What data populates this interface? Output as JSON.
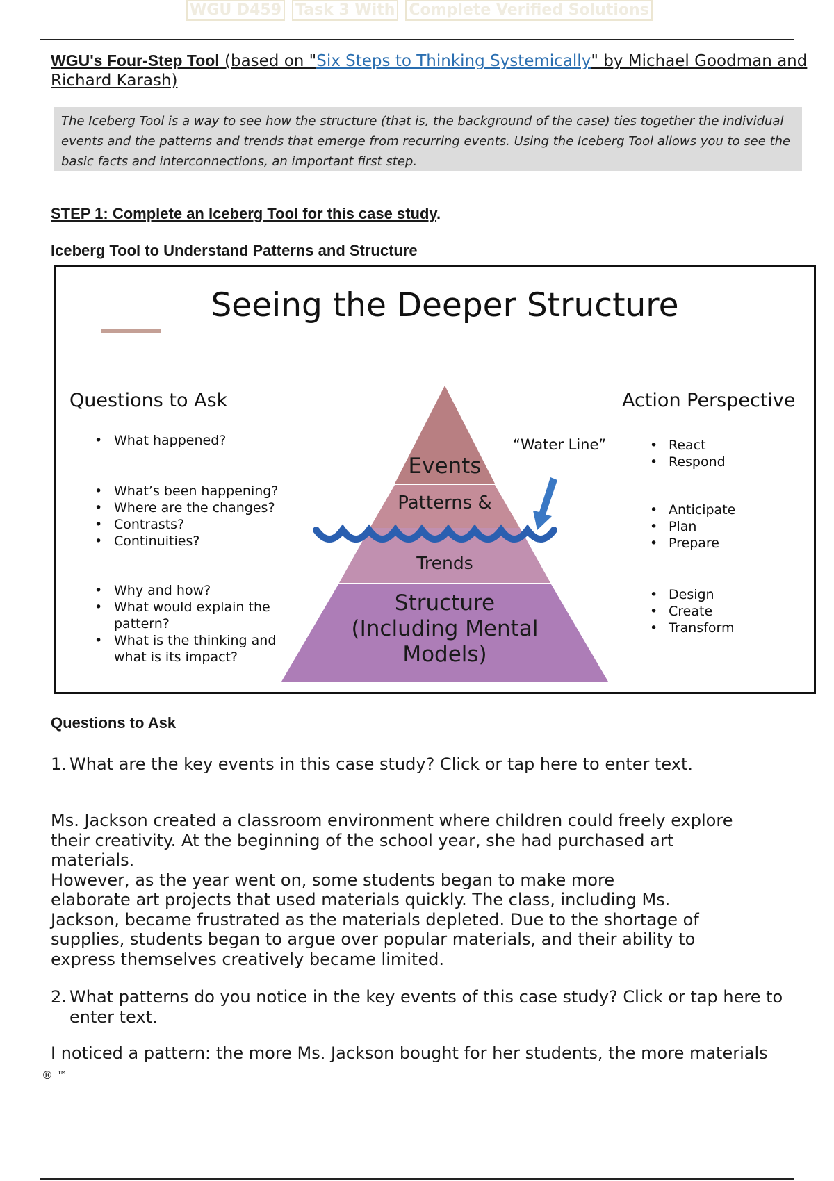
{
  "watermark": [
    "WGU D459",
    "Task 3 With",
    "Complete Verified Solutions"
  ],
  "header": {
    "tool_name": "WGU's Four-Step Tool",
    "prefix": " (based on \"",
    "link_text": "Six Steps to Thinking Systemically",
    "suffix": "\" by Michael Goodman and Richard Karash)"
  },
  "intro_note": "The Iceberg Tool is a way to see how the structure (that is, the background of the case) ties together the individual events and the patterns and trends that emerge from recurring events. Using the Iceberg Tool allows you to see the basic facts and interconnections, an important first step.",
  "step1": {
    "label_underlined": "STEP 1: Complete an Iceberg Tool for this case study",
    "period": "."
  },
  "iceberg_heading": "Iceberg Tool to Understand Patterns and Structure",
  "diagram": {
    "title": "Seeing the Deeper Structure",
    "left_title": "Questions to Ask",
    "right_title": "Action Perspective",
    "water_line": "“Water Line”",
    "layers": {
      "events": "Events",
      "patterns": "Patterns &",
      "trends": "Trends",
      "structure_1": "Structure",
      "structure_2": "(Including Mental",
      "structure_3": "Models)"
    },
    "questions_group1": [
      "What happened?"
    ],
    "questions_group2": [
      "What’s been happening?",
      "Where are the changes?",
      "Contrasts?",
      "Continuities?"
    ],
    "questions_group3_lines": [
      {
        "bullet": true,
        "text": "Why and how?"
      },
      {
        "bullet": true,
        "text": "What would explain the"
      },
      {
        "bullet": false,
        "text": "pattern?"
      },
      {
        "bullet": true,
        "text": "What is the thinking and"
      },
      {
        "bullet": false,
        "text": "what is its impact?"
      }
    ],
    "actions_group1": [
      "React",
      "Respond"
    ],
    "actions_group2": [
      "Anticipate",
      "Plan",
      "Prepare"
    ],
    "actions_group3": [
      "Design",
      "Create",
      "Transform"
    ],
    "colors": {
      "events": "#b87f82",
      "patterns": "#c48c98",
      "trends": "#c190b0",
      "structure": "#ad7db7",
      "title_bar": "#c4a096",
      "wave": "#2a5fb0",
      "arrow": "#3a78c4"
    }
  },
  "questions_heading": "Questions to Ask",
  "q1": {
    "number": "1.",
    "text": "What are the key events in this case study? Click or tap here to enter text."
  },
  "answer1": [
    "Ms. Jackson created a classroom environment where children could freely explore",
    "their creativity. At the beginning of the school year, she had purchased art",
    "materials.",
    "However, as the year went on, some students began to make more",
    "elaborate art projects that used materials quickly. The class, including Ms.",
    "Jackson, became frustrated as the materials depleted. Due to the shortage of",
    "supplies, students began to argue over popular materials, and their ability to",
    "express themselves creatively became limited."
  ],
  "q2": {
    "number": "2.",
    "line1": "What patterns do you notice in the key events of this case study? Click or tap here to",
    "line2": "enter text."
  },
  "answer2": "I noticed a pattern: the more Ms. Jackson bought for her students, the more materials",
  "footer_marks": "® ™"
}
